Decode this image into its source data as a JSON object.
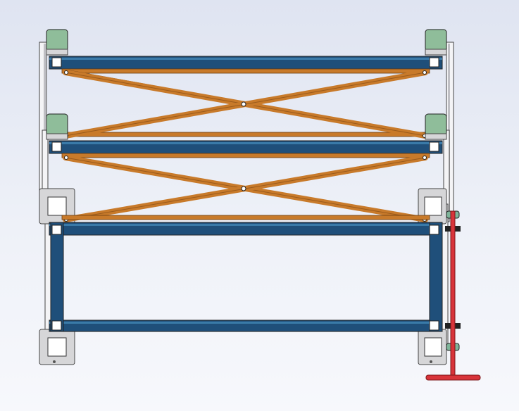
{
  "colors": {
    "frame_blue": "#1f4f7a",
    "scissor_arm": "#c87a2a",
    "motor_green": "#8fbd9a",
    "handle_red": "#d8343a",
    "bracket_gray": "#d6d6d8",
    "outline": "#2a2a2a"
  },
  "mechanism": {
    "tiers": 3,
    "scissor_stages": 2,
    "motors_per_tier": 2,
    "components": [
      "blue-frame-beam",
      "orange-scissor-arm",
      "green-motor-block",
      "white-guide-rail",
      "gray-mount-bracket",
      "red-crank-handle",
      "black-rack-gear"
    ]
  }
}
